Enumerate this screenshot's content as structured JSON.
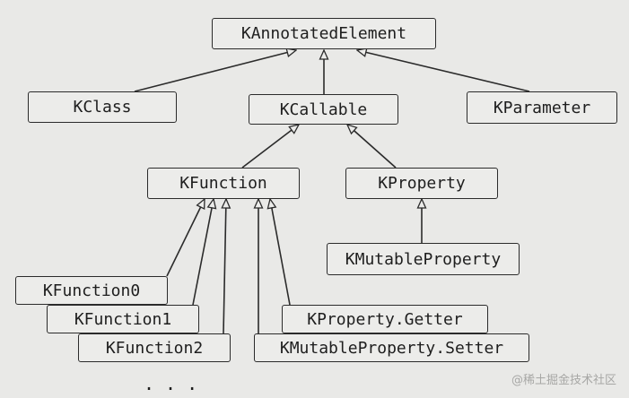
{
  "diagram": {
    "nodes": {
      "kannotated": "KAnnotatedElement",
      "kclass": "KClass",
      "kcallable": "KCallable",
      "kparameter": "KParameter",
      "kfunction": "KFunction",
      "kproperty": "KProperty",
      "kmutableproperty": "KMutableProperty",
      "kfunction0": "KFunction0",
      "kfunction1": "KFunction1",
      "kfunction2": "KFunction2",
      "kproperty_getter": "KProperty.Getter",
      "kmutableproperty_setter": "KMutableProperty.Setter"
    },
    "edges": [
      {
        "from": "KClass",
        "to": "KAnnotatedElement"
      },
      {
        "from": "KCallable",
        "to": "KAnnotatedElement"
      },
      {
        "from": "KParameter",
        "to": "KAnnotatedElement"
      },
      {
        "from": "KFunction",
        "to": "KCallable"
      },
      {
        "from": "KProperty",
        "to": "KCallable"
      },
      {
        "from": "KMutableProperty",
        "to": "KProperty"
      },
      {
        "from": "KFunction0",
        "to": "KFunction"
      },
      {
        "from": "KFunction1",
        "to": "KFunction"
      },
      {
        "from": "KFunction2",
        "to": "KFunction"
      },
      {
        "from": "KProperty.Getter",
        "to": "KFunction"
      },
      {
        "from": "KMutableProperty.Setter",
        "to": "KFunction"
      }
    ],
    "ellipsis": "...",
    "watermark": "@稀土掘金技术社区"
  }
}
